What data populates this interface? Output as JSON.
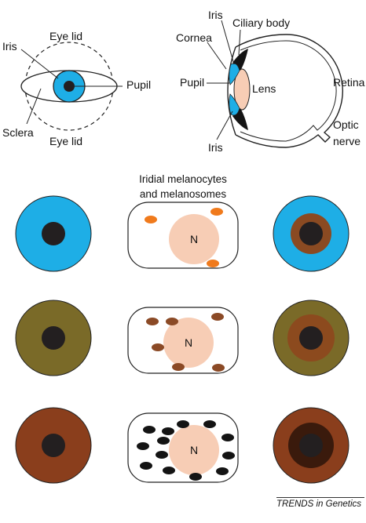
{
  "front_view": {
    "iris": "Iris",
    "eye_lid_top": "Eye lid",
    "pupil": "Pupil",
    "sclera": "Sclera",
    "eye_lid_bottom": "Eye lid"
  },
  "side_view": {
    "iris_top": "Iris",
    "ciliary_body": "Ciliary body",
    "cornea": "Cornea",
    "pupil": "Pupil",
    "lens": "Lens",
    "retina": "Retina",
    "optic_line1": "Optic",
    "optic_line2": "nerve",
    "iris_bottom": "Iris"
  },
  "melanocyte_header": {
    "line1": "Iridial melanocytes",
    "line2": "and melanosomes"
  },
  "nucleus_label": "N",
  "credit": "TRENDS in Genetics",
  "colors": {
    "blue_iris": "#1EAEE6",
    "green_iris": "#7A6A28",
    "brown_iris": "#8A3E1C",
    "pupil": "#231F20",
    "nucleus": "#F7CDB5",
    "melanosome_blue": "#F07A1C",
    "melanosome_green": "#8B4A26",
    "melanosome_brown": "#141414",
    "mid_ring_brown": "#8A4A22",
    "mid_ring_green": "#8C4A1E",
    "mid_ring_dark": "#3A1A0C"
  }
}
